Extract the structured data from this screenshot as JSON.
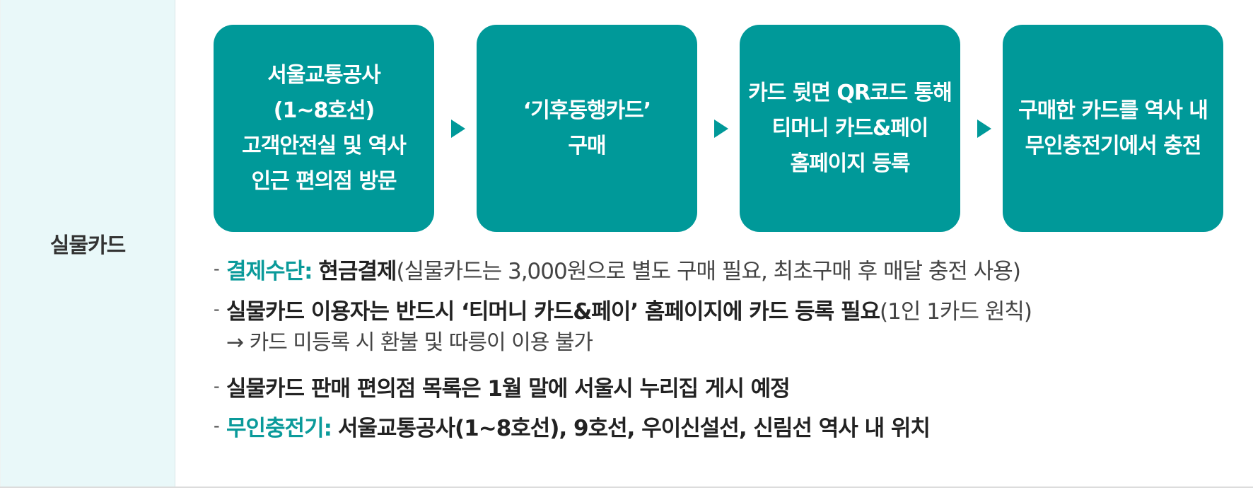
{
  "label": "실물카드",
  "steps": [
    {
      "lines": [
        "서울교통공사",
        "(1~8호선)",
        "고객안전실 및 역사",
        "인근 편의점 방문"
      ]
    },
    {
      "lines": [
        "‘기후동행카드’",
        "구매"
      ]
    },
    {
      "lines": [
        "카드 뒷면 QR코드 통해",
        "티머니 카드&페이",
        "홈페이지 등록"
      ]
    },
    {
      "lines": [
        "구매한 카드를 역사 내",
        "무인충전기에서 충전"
      ]
    }
  ],
  "notes": {
    "dash": "-",
    "payment": {
      "key": "결제수단:",
      "value": "현금결제",
      "detail": "(실물카드는 3,000원으로 별도 구매 필요, 최초구매 후 매달 충전 사용)"
    },
    "registration": {
      "text": "실물카드 이용자는 반드시 ‘티머니 카드&페이’ 홈페이지에 카드 등록 필요",
      "detail": "(1인 1카드 원칙)",
      "sub": "→ 카드 미등록 시 환불 및 따릉이 이용 불가"
    },
    "store_list": {
      "text": "실물카드 판매 편의점 목록은 1월 말에 서울시 누리집 게시 예정"
    },
    "charger": {
      "key": "무인충전기:",
      "value": "서울교통공사(1~8호선), 9호선, 우이신설선, 신림선 역사 내 위치"
    }
  },
  "colors": {
    "teal": "#009999",
    "label_bg": "#e9f8f9"
  }
}
